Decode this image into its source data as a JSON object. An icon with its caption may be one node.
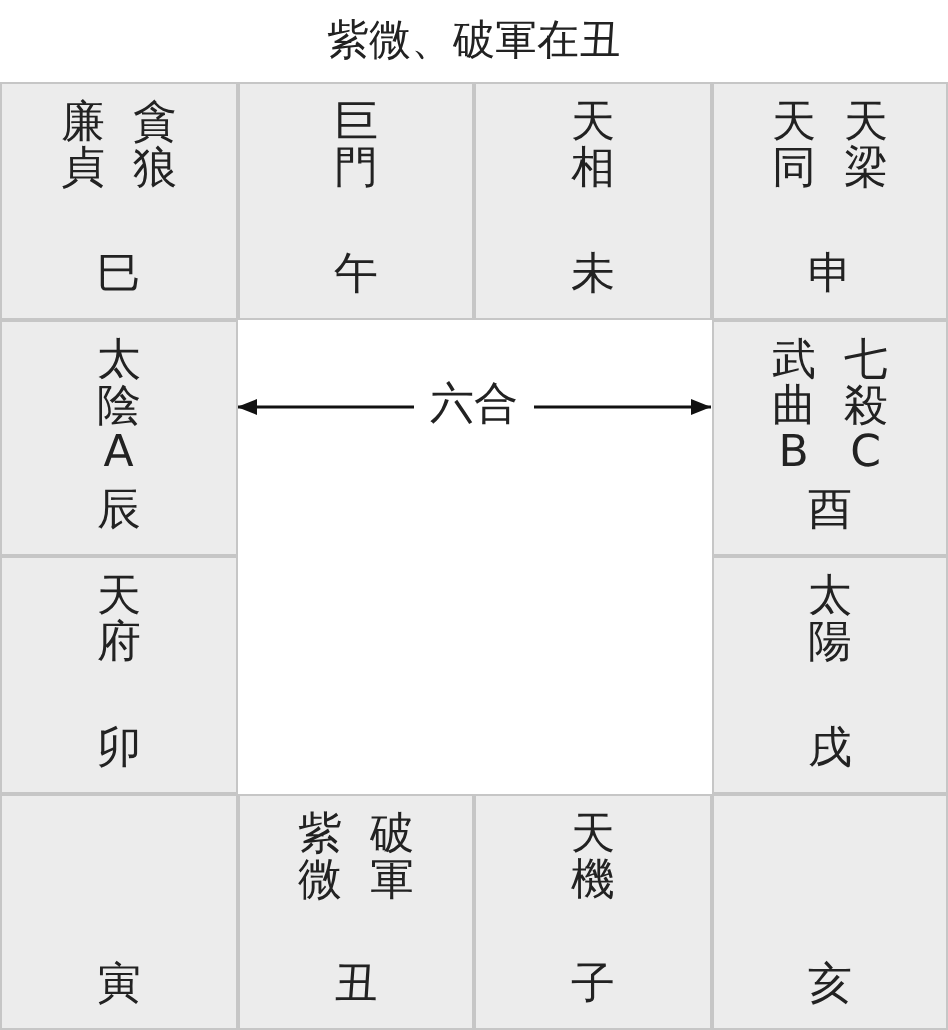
{
  "diagram": {
    "title": "紫微、破軍在丑",
    "nodes": [
      {
        "text": [
          "廉貞",
          "貪狼",
          "巳"
        ]
      },
      {
        "text": [
          "巨門",
          "午"
        ]
      },
      {
        "text": [
          "天相",
          "未"
        ]
      },
      {
        "text": [
          "天同",
          "天梁",
          "申"
        ]
      },
      {
        "text": [
          "太陰A",
          "辰"
        ]
      },
      {
        "text": [
          "武曲B",
          "七殺C",
          "酉"
        ]
      },
      {
        "text": [
          "天府",
          "卯"
        ]
      },
      {
        "text": [
          "太陽",
          "戌"
        ]
      },
      {
        "text": [
          "寅"
        ]
      },
      {
        "text": [
          "紫微",
          "破軍",
          "丑"
        ]
      },
      {
        "text": [
          "天機",
          "子"
        ]
      },
      {
        "text": [
          "亥"
        ]
      }
    ],
    "edges": [
      {
        "from": 4,
        "to": 5,
        "arrow": "both",
        "label": "六合"
      }
    ]
  }
}
